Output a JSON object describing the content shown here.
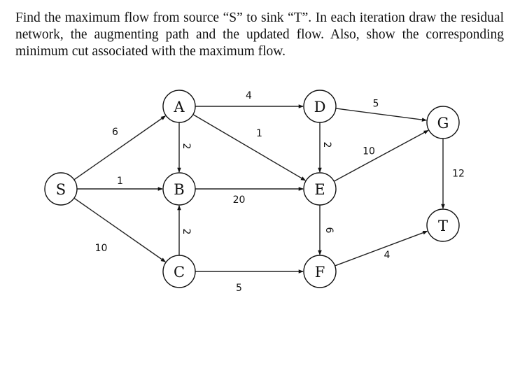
{
  "question": {
    "text": "Find the maximum flow from source “S” to sink “T”. In each iteration draw the residual network, the augmenting path and the updated flow. Also, show the corresponding minimum cut associated with the maximum flow."
  },
  "graph": {
    "nodes": [
      {
        "id": "S",
        "label": "S"
      },
      {
        "id": "A",
        "label": "A"
      },
      {
        "id": "B",
        "label": "B"
      },
      {
        "id": "C",
        "label": "C"
      },
      {
        "id": "D",
        "label": "D"
      },
      {
        "id": "E",
        "label": "E"
      },
      {
        "id": "F",
        "label": "F"
      },
      {
        "id": "G",
        "label": "G"
      },
      {
        "id": "T",
        "label": "T"
      }
    ],
    "edges": [
      {
        "from": "S",
        "to": "A",
        "capacity": "6"
      },
      {
        "from": "S",
        "to": "B",
        "capacity": "1"
      },
      {
        "from": "S",
        "to": "C",
        "capacity": "10"
      },
      {
        "from": "A",
        "to": "B",
        "capacity": "2"
      },
      {
        "from": "A",
        "to": "D",
        "capacity": "4"
      },
      {
        "from": "A",
        "to": "E",
        "capacity": "1"
      },
      {
        "from": "C",
        "to": "B",
        "capacity": "2"
      },
      {
        "from": "B",
        "to": "E",
        "capacity": "20"
      },
      {
        "from": "C",
        "to": "F",
        "capacity": "5"
      },
      {
        "from": "D",
        "to": "E",
        "capacity": "2"
      },
      {
        "from": "D",
        "to": "G",
        "capacity": "5"
      },
      {
        "from": "E",
        "to": "G",
        "capacity": "10"
      },
      {
        "from": "E",
        "to": "F",
        "capacity": "6"
      },
      {
        "from": "F",
        "to": "T",
        "capacity": "4"
      },
      {
        "from": "G",
        "to": "T",
        "capacity": "12"
      }
    ]
  }
}
